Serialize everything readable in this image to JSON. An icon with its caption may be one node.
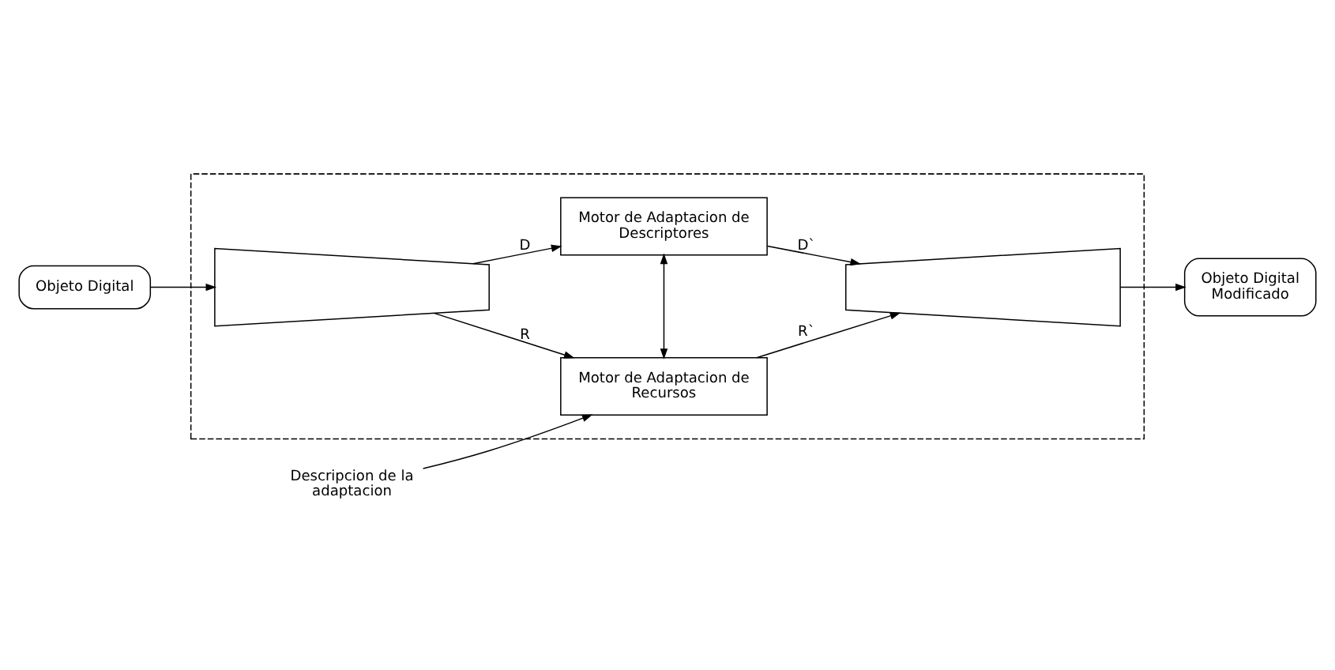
{
  "diagram": {
    "nodes": [
      {
        "text": [
          "Objeto Digital"
        ]
      },
      {
        "text": [],
        "shape": "box"
      },
      {
        "text": [],
        "shape": "trapezoid",
        "in": 1
      },
      {
        "text": [
          "Motor de Adaptacion de Descriptores"
        ],
        "in": 1
      },
      {
        "text": [
          "Motor de Adaptacion de Recursos"
        ],
        "in": 1
      },
      {
        "text": [],
        "shape": "trapezoid",
        "in": 1
      },
      {
        "text": [
          "Objeto Digital Modificado"
        ]
      },
      {
        "text": [
          "Descripcion de la adaptacion"
        ]
      }
    ],
    "edges": [
      {
        "from": 0,
        "to": 2,
        "arrow": "to"
      },
      {
        "from": 2,
        "to": 3,
        "label": "D",
        "arrow": "to"
      },
      {
        "from": 2,
        "to": 4,
        "label": "R",
        "arrow": "to"
      },
      {
        "from": 3,
        "to": 5,
        "label": "D`",
        "arrow": "to"
      },
      {
        "from": 4,
        "to": 5,
        "label": "R`",
        "arrow": "to"
      },
      {
        "from": 3,
        "to": 4,
        "arrow": "both"
      },
      {
        "from": 5,
        "to": 6,
        "arrow": "to"
      },
      {
        "from": 7,
        "to": 4,
        "arrow": "to"
      }
    ]
  }
}
